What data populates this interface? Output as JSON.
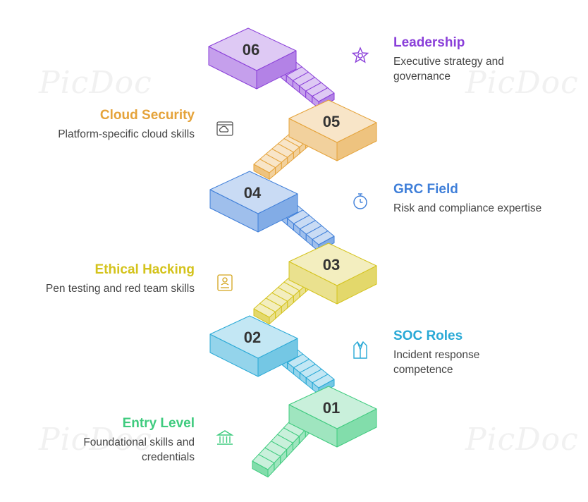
{
  "watermark": "PicDoc",
  "steps": [
    {
      "num": "01",
      "title": "Entry Level",
      "desc_lines": [
        "Foundational skills and",
        "credentials"
      ],
      "color": "#3ecb7e",
      "icon": "bank-icon"
    },
    {
      "num": "02",
      "title": "SOC Roles",
      "desc_lines": [
        "Incident response",
        "competence"
      ],
      "color": "#29a9d6",
      "icon": "suit-icon"
    },
    {
      "num": "03",
      "title": "Ethical Hacking",
      "desc_lines": [
        "Pen testing and red team skills"
      ],
      "color": "#d4c31c",
      "icon": "id-card-icon"
    },
    {
      "num": "04",
      "title": "GRC Field",
      "desc_lines": [
        "Risk and compliance expertise"
      ],
      "color": "#3f7fd9",
      "icon": "stopwatch-icon"
    },
    {
      "num": "05",
      "title": "Cloud Security",
      "desc_lines": [
        "Platform-specific cloud skills"
      ],
      "color": "#e5a33a",
      "icon": "cloud-screen-icon"
    },
    {
      "num": "06",
      "title": "Leadership",
      "desc_lines": [
        "Executive strategy and",
        "governance"
      ],
      "color": "#8a3fd9",
      "icon": "star-badge-icon"
    }
  ]
}
